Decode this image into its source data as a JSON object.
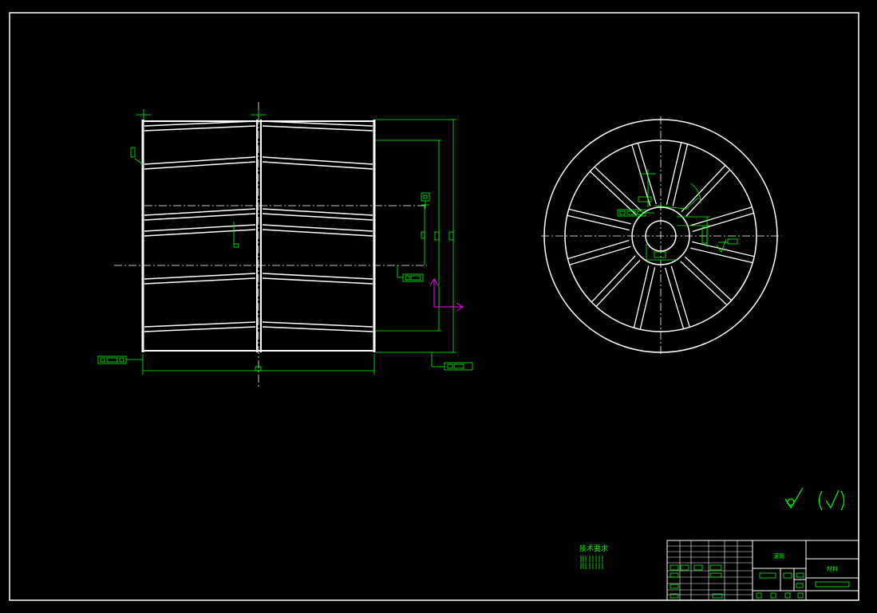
{
  "drawing": {
    "tech_req_title": "技术要求",
    "title_block": {
      "part_name": "滚筒",
      "material": "材料"
    }
  },
  "colors": {
    "background": "#000000",
    "outline": "#ffffff",
    "dimension": "#00ff00",
    "ucs": "#ff00ff"
  },
  "icons": [
    "roughness-symbol-icon",
    "roughness-note-icon",
    "ucs-axis-icon"
  ]
}
